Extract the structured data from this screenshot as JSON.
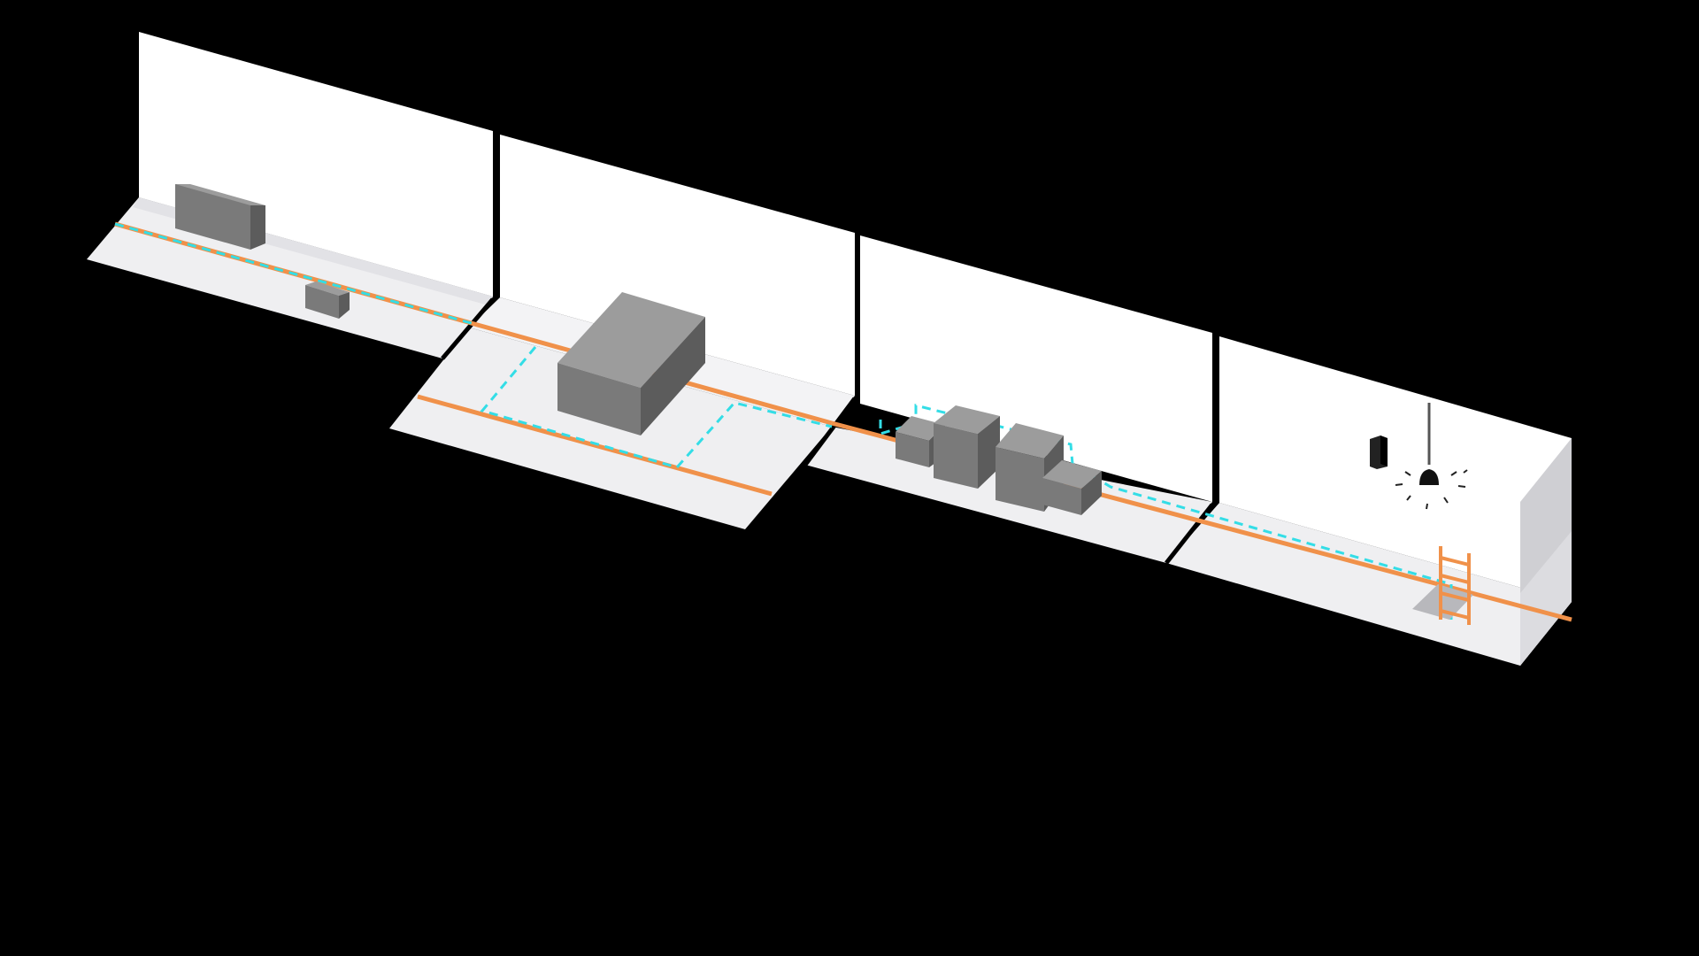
{
  "colors": {
    "background": "#000000",
    "wall": "#ffffff",
    "floor": "#efeff1",
    "block_top": "#9c9c9c",
    "block_left": "#777777",
    "block_right": "#5c5c5c",
    "orange_path": "#f0914a",
    "cyan_path": "#33dde6",
    "ladder": "#f0914a",
    "divider": "#000000"
  },
  "icons": {
    "sign": "wall-sign-icon",
    "lamp": "hanging-lamp-icon",
    "ladder": "ladder-icon",
    "hatch": "floor-hatch-icon"
  },
  "rooms": [
    {
      "name": "room-1",
      "blocks": [
        "low-wide-block",
        "small-block"
      ]
    },
    {
      "name": "room-2",
      "blocks": [
        "large-block"
      ]
    },
    {
      "name": "room-3",
      "blocks": [
        "stepped-block-left",
        "stepped-block-tall-left",
        "stepped-block-tall-right",
        "stepped-block-right"
      ]
    },
    {
      "name": "room-4",
      "blocks": []
    }
  ]
}
